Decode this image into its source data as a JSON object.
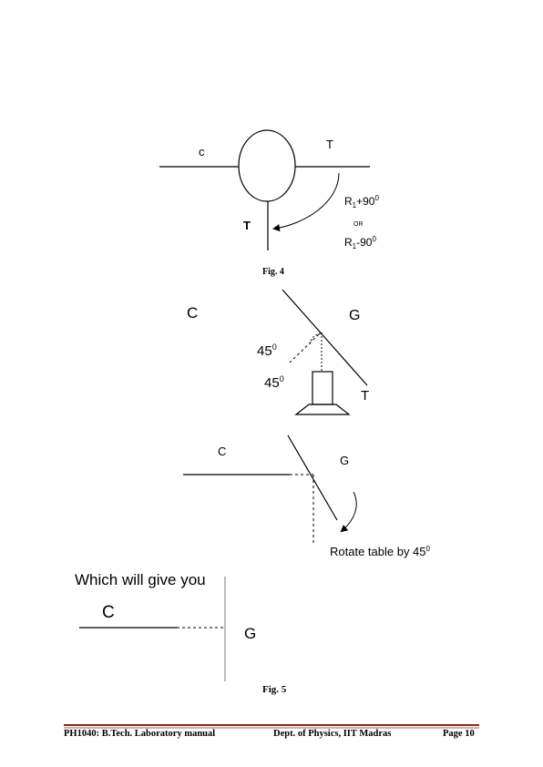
{
  "fig4": {
    "label_c": "c",
    "label_t_top": "T",
    "label_t_bottom": "T",
    "rotate_plus_base": "R",
    "rotate_plus_sub": "1",
    "rotate_plus_rest": "+90",
    "rotate_plus_sup": "0",
    "or_label": "OR",
    "rotate_minus_base": "R",
    "rotate_minus_sub": "1",
    "rotate_minus_rest": "-90",
    "rotate_minus_sup": "0",
    "caption": "Fig. 4"
  },
  "fig_mirror": {
    "label_c": "C",
    "label_g": "G",
    "label_t": "T",
    "angle_top": "45",
    "angle_top_sup": "0",
    "angle_bottom": "45",
    "angle_bottom_sup": "0"
  },
  "fig_rotate": {
    "label_c": "C",
    "label_g": "G",
    "rotate_text": "Rotate table by 45",
    "rotate_sup": "0"
  },
  "fig_result": {
    "heading": "Which will give you",
    "label_c": "C",
    "label_g": "G",
    "caption": "Fig. 5"
  },
  "footer": {
    "left": "PH1040: B.Tech. Laboratory manual",
    "center": "Dept. of Physics, IIT Madras",
    "right": "Page 10"
  }
}
